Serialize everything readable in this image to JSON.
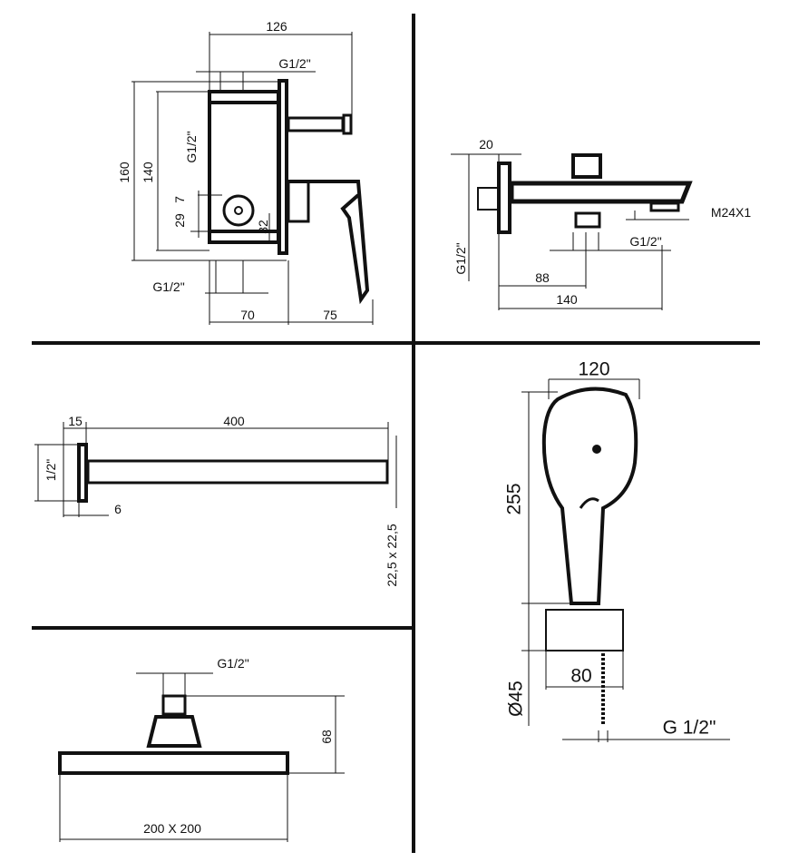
{
  "panels": {
    "mixer": {
      "width_total": "126",
      "inlet_top": "G1/2\"",
      "height_outer": "160",
      "height_inner": "140",
      "outlet_side": "G1/2\"",
      "dim_29": "29",
      "dim_7": "7",
      "dim_32": "32",
      "inlet_bottom": "G1/2\"",
      "depth_box": "70",
      "depth_handle": "75"
    },
    "spout": {
      "flange": "20",
      "aerator": "M24X1",
      "outlet": "G1/2\"",
      "inlet": "G1/2\"",
      "center": "88",
      "length": "140"
    },
    "arm": {
      "flange": "15",
      "length": "400",
      "thread": "1/2\"",
      "flange_thickness": "6",
      "section": "22,5 x 22,5"
    },
    "hand_shower": {
      "head_width": "120",
      "length": "255",
      "holder_width": "80",
      "holder_diameter": "Ø45",
      "connection": "G 1/2\""
    },
    "head_shower": {
      "connection": "G1/2\"",
      "height": "68",
      "size": "200 X 200"
    }
  },
  "colors": {
    "ink": "#111111"
  }
}
